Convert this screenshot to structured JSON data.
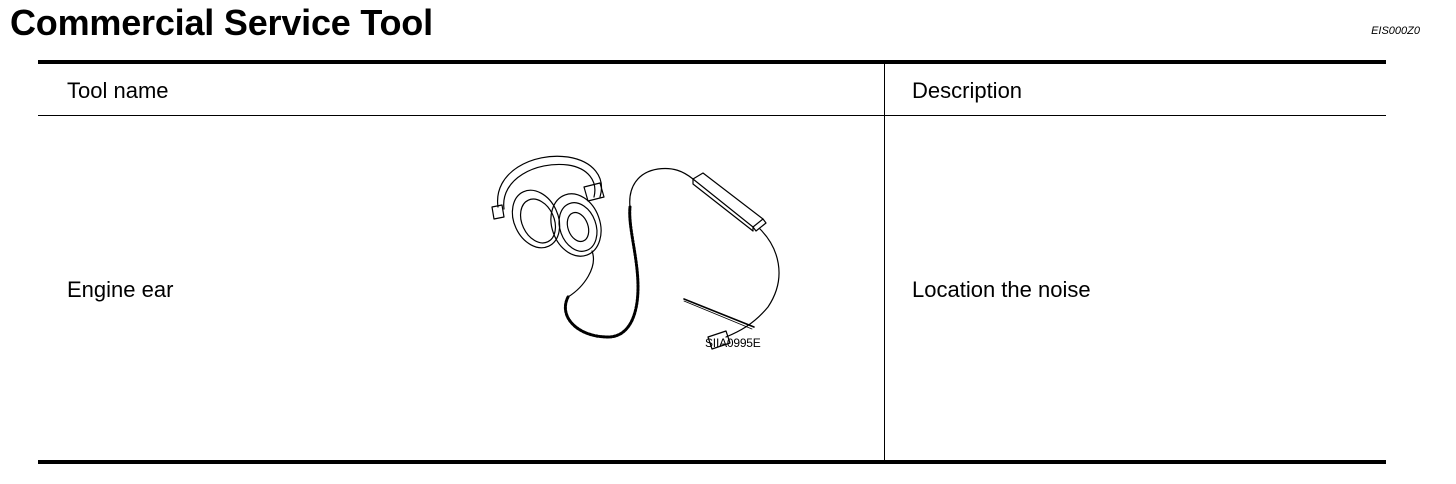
{
  "page": {
    "title": "Commercial Service Tool",
    "doc_code": "EIS000Z0"
  },
  "table": {
    "headers": {
      "tool_name": "Tool name",
      "description": "Description"
    },
    "rows": [
      {
        "tool_name": "Engine ear",
        "figure_code": "SIIA0995E",
        "figure_icon": "headphones-stethoscope-illustration",
        "description": "Location the noise"
      }
    ]
  }
}
